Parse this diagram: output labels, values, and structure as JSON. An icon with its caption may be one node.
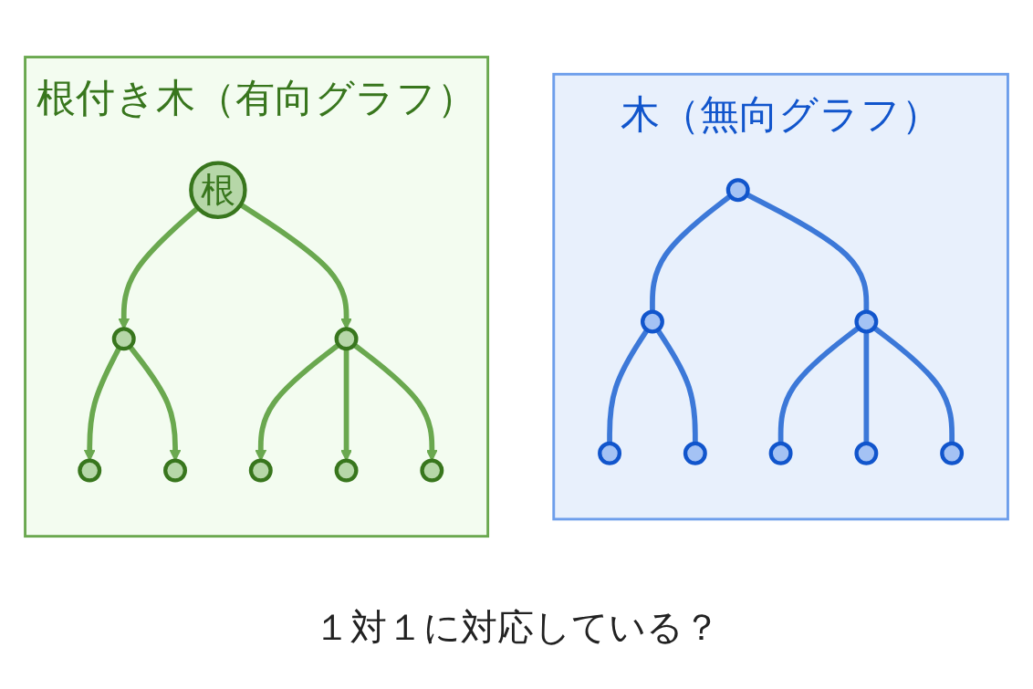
{
  "diagram": {
    "nodes": [
      {
        "text": [
          "根付き木（有向グラフ）"
        ]
      },
      {
        "text": [
          "根"
        ],
        "in": 0
      },
      {
        "text": [],
        "shape": "circle",
        "in": 0
      },
      {
        "text": [],
        "shape": "circle",
        "in": 0
      },
      {
        "text": [],
        "shape": "circle",
        "in": 0
      },
      {
        "text": [],
        "shape": "circle",
        "in": 0
      },
      {
        "text": [],
        "shape": "circle",
        "in": 0
      },
      {
        "text": [],
        "shape": "circle",
        "in": 0
      },
      {
        "text": [],
        "shape": "circle",
        "in": 0
      },
      {
        "text": [
          "木（無向グラフ）"
        ]
      },
      {
        "text": [],
        "shape": "circle",
        "in": 9
      },
      {
        "text": [],
        "shape": "circle",
        "in": 9
      },
      {
        "text": [],
        "shape": "circle",
        "in": 9
      },
      {
        "text": [],
        "shape": "circle",
        "in": 9
      },
      {
        "text": [],
        "shape": "circle",
        "in": 9
      },
      {
        "text": [],
        "shape": "circle",
        "in": 9
      },
      {
        "text": [],
        "shape": "circle",
        "in": 9
      },
      {
        "text": [],
        "shape": "circle",
        "in": 9
      }
    ],
    "edges": [
      {
        "from": 1,
        "to": 2,
        "arrow": "to",
        "color": "#6aa84f"
      },
      {
        "from": 2,
        "to": 3,
        "arrow": "to",
        "color": "#6aa84f"
      },
      {
        "from": 2,
        "to": 6,
        "arrow": "to",
        "color": "#6aa84f"
      },
      {
        "from": 1,
        "to": 4,
        "arrow": "to",
        "color": "#6aa84f"
      },
      {
        "from": 4,
        "to": 5,
        "arrow": "to",
        "color": "#6aa84f"
      },
      {
        "from": 4,
        "to": 7,
        "arrow": "to",
        "color": "#6aa84f"
      },
      {
        "from": 4,
        "to": 8,
        "arrow": "to",
        "color": "#6aa84f"
      },
      {
        "from": 10,
        "to": 11,
        "arrow": "none",
        "color": "#3c78d8"
      },
      {
        "from": 11,
        "to": 12,
        "arrow": "none",
        "color": "#3c78d8"
      },
      {
        "from": 11,
        "to": 15,
        "arrow": "none",
        "color": "#3c78d8"
      },
      {
        "from": 10,
        "to": 13,
        "arrow": "none",
        "color": "#3c78d8"
      },
      {
        "from": 13,
        "to": 14,
        "arrow": "none",
        "color": "#3c78d8"
      },
      {
        "from": 13,
        "to": 16,
        "arrow": "none",
        "color": "#3c78d8"
      },
      {
        "from": 13,
        "to": 17,
        "arrow": "none",
        "color": "#3c78d8"
      }
    ],
    "labels": [
      "１対１に対応している？"
    ]
  }
}
